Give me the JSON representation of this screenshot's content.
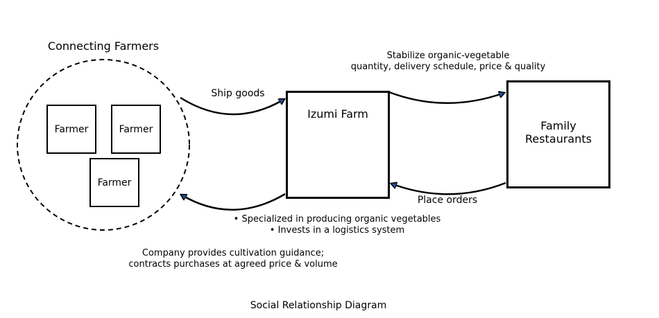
{
  "diagram": {
    "title": "Social Relationship Diagram",
    "group_label": "Connecting Farmers",
    "farmers": [
      "Farmer",
      "Farmer",
      "Farmer"
    ],
    "nodes": {
      "izumi": "Izumi Farm",
      "restaurants": "Family\nRestaurants"
    },
    "edges": {
      "ship_goods": "Ship goods",
      "stabilize": "Stabilize organic-vegetable\nquantity, delivery schedule, price & quality",
      "place_orders": "Place orders",
      "guidance": "Company provides cultivation guidance;\ncontracts purchases at agreed price & volume"
    },
    "izumi_notes": "• Specialized in producing organic vegetables\n• Invests in a logistics system",
    "colors": {
      "line": "#000000",
      "arrowhead_fill": "#1f77b4"
    }
  }
}
